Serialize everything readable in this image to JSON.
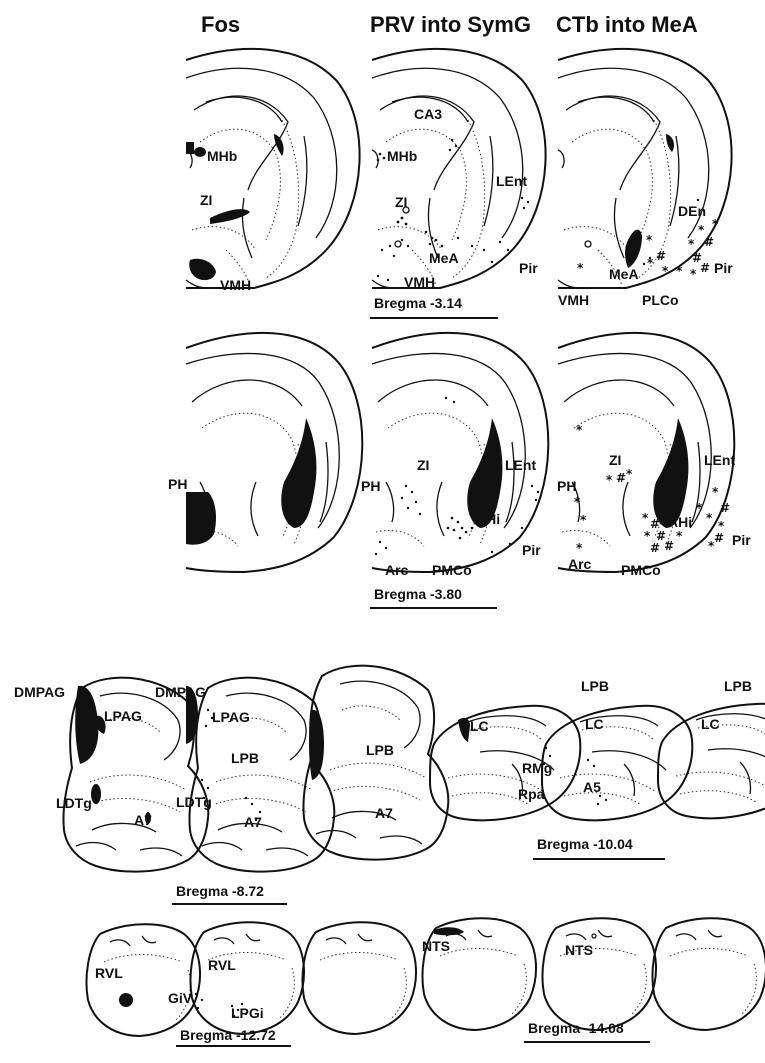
{
  "columns": {
    "fos": "Fos",
    "prv": "PRV into SymG",
    "ctb": "CTb into MeA"
  },
  "bregma": {
    "b314": "Bregma -3.14",
    "b380": "Bregma -3.80",
    "b872": "Bregma -8.72",
    "b1004": "Bregma -10.04",
    "b1272": "Bregma -12.72",
    "b1408": "Bregma -14.08"
  },
  "labels": {
    "mhb": "MHb",
    "zi": "ZI",
    "vmh": "VMH",
    "ca3": "CA3",
    "lent": "LEnt",
    "mea": "MeA",
    "pir": "Pir",
    "den": "DEn",
    "plco": "PLCo",
    "ph": "PH",
    "ahi": "AHi",
    "arc": "Arc",
    "pmco": "PMCo",
    "dmpag": "DMPAG",
    "lpag": "LPAG",
    "ldtg": "LDTg",
    "a7": "A7",
    "lpb": "LPB",
    "lc": "LC",
    "rmg": "RMg",
    "rpa": "Rpa",
    "a5": "A5",
    "rvl": "RVL",
    "giv": "GiV",
    "lpgi": "LPGi",
    "nts": "NTS"
  },
  "symbols": {
    "star": "*",
    "hash": "#"
  }
}
